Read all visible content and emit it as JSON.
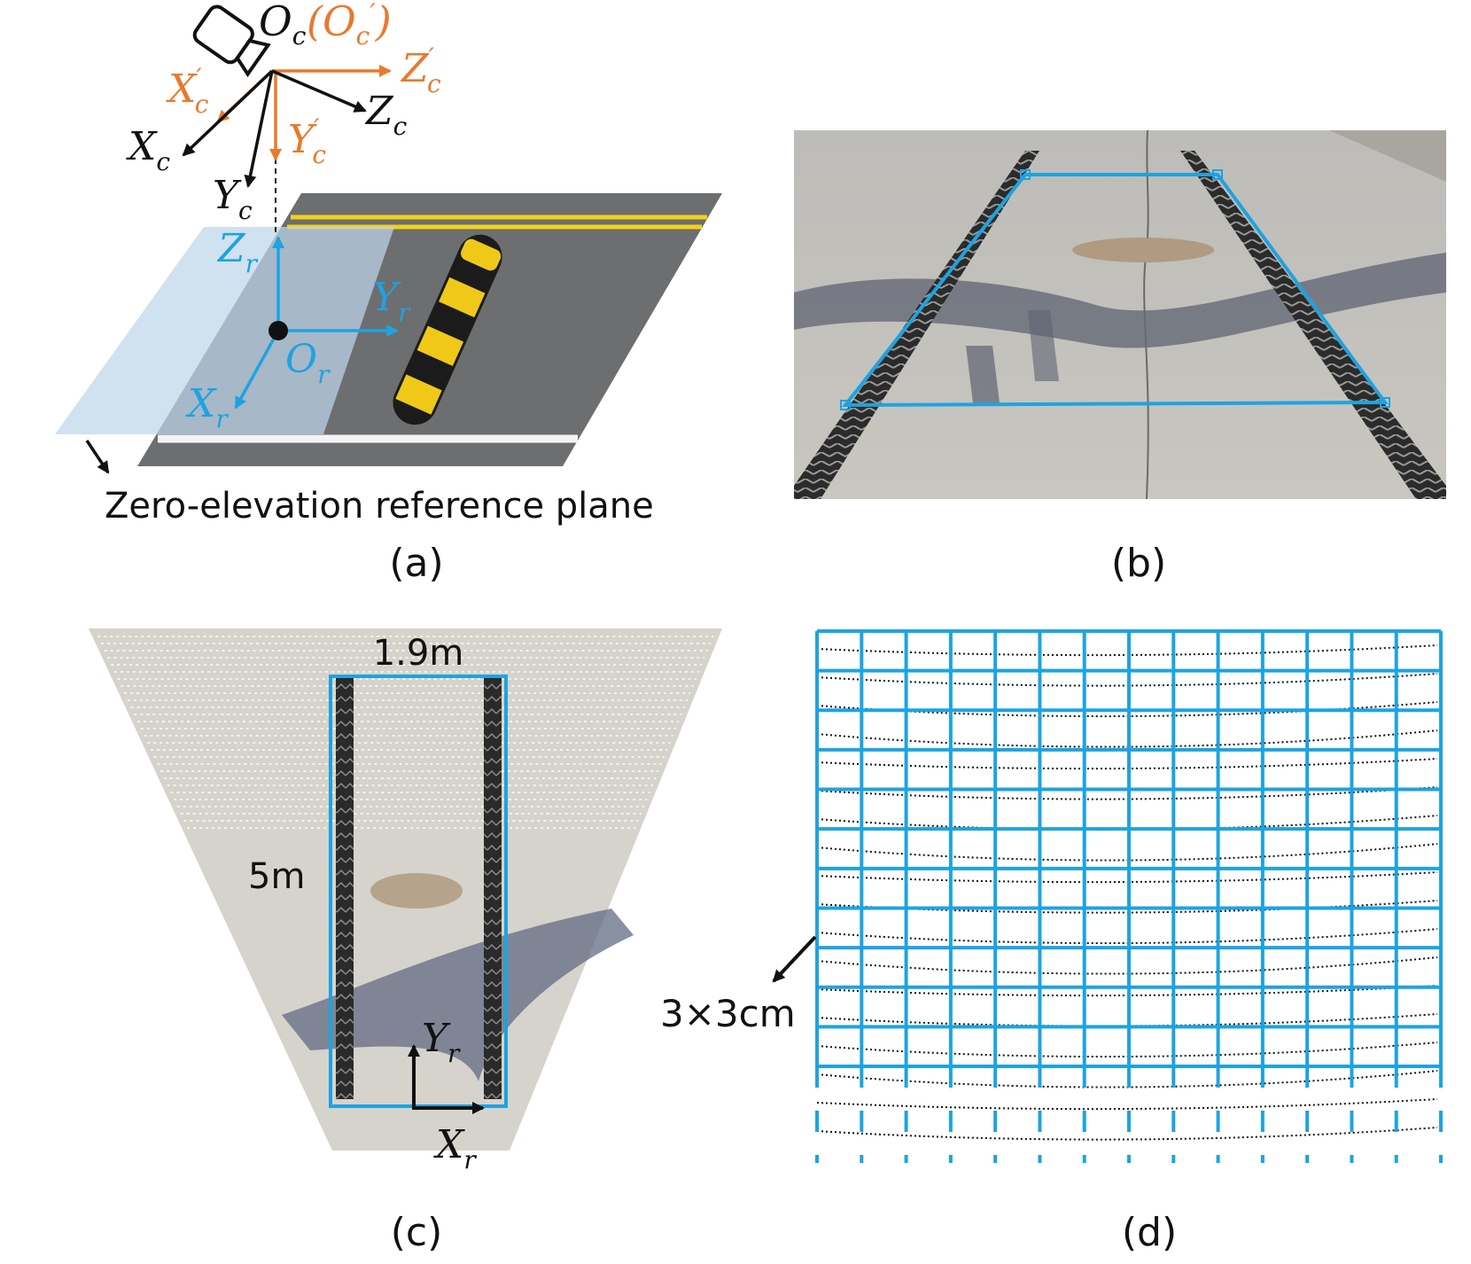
{
  "panel_a": {
    "caption": "(a)",
    "camera_origin": {
      "main": "O",
      "sub": "c"
    },
    "camera_origin_prime": {
      "open": "(",
      "main": "O",
      "sub": "c",
      "prime": "′",
      "close": ")"
    },
    "axis_xc": {
      "main": "X",
      "sub": "c"
    },
    "axis_yc": {
      "main": "Y",
      "sub": "c"
    },
    "axis_zc": {
      "main": "Z",
      "sub": "c"
    },
    "axis_xc_prime": {
      "main": "X",
      "sub": "c",
      "prime": "′"
    },
    "axis_yc_prime": {
      "main": "Y",
      "sub": "c",
      "prime": "′"
    },
    "axis_zc_prime": {
      "main": "Z",
      "sub": "c",
      "prime": "′"
    },
    "axis_xr": {
      "main": "X",
      "sub": "r"
    },
    "axis_yr": {
      "main": "Y",
      "sub": "r"
    },
    "axis_zr": {
      "main": "Z",
      "sub": "r"
    },
    "origin_r": {
      "main": "O",
      "sub": "r"
    },
    "plane_label": "Zero-elevation reference plane"
  },
  "panel_b": {
    "caption": "(b)"
  },
  "panel_c": {
    "caption": "(c)",
    "width_label": "1.9m",
    "length_label": "5m",
    "axis_yr": {
      "main": "Y",
      "sub": "r"
    },
    "axis_xr": {
      "main": "X",
      "sub": "r"
    }
  },
  "panel_d": {
    "caption": "(d)",
    "cell_label": "3×3cm"
  },
  "colors": {
    "blue": "#1ea3e0",
    "orange": "#e87a2e",
    "black": "#111111",
    "road": "#6c6d6e",
    "yellow": "#f2d21b",
    "plane": "#b7cfe4"
  }
}
